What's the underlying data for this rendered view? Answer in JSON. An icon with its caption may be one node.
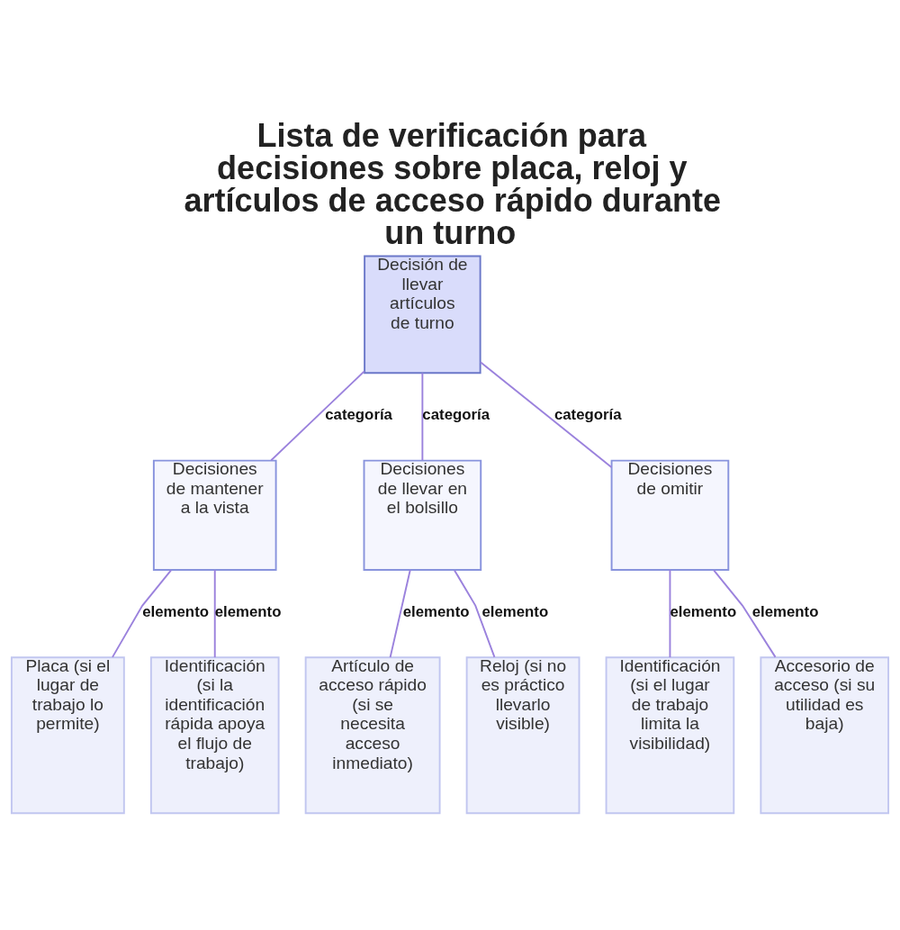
{
  "diagram": {
    "title": "Lista de verificación para decisiones sobre placa, reloj y artículos de acceso rápido durante un turno",
    "nodes": [
      {
        "text": [
          "Decisión de llevar artículos de turno"
        ]
      },
      {
        "text": [
          "Decisiones de mantener a la vista"
        ]
      },
      {
        "text": [
          "Decisiones de llevar en el bolsillo"
        ]
      },
      {
        "text": [
          "Decisiones de omitir"
        ]
      },
      {
        "text": [
          "Placa (si el lugar de trabajo lo permite)"
        ]
      },
      {
        "text": [
          "Identificación (si la identificación rápida apoya el flujo de trabajo)"
        ]
      },
      {
        "text": [
          "Artículo de acceso rápido (si se necesita acceso inmediato)"
        ]
      },
      {
        "text": [
          "Reloj (si no es práctico llevarlo visible)"
        ]
      },
      {
        "text": [
          "Identificación (si el lugar de trabajo limita la visibilidad)"
        ]
      },
      {
        "text": [
          "Accesorio de acceso (si su utilidad es baja)"
        ]
      }
    ],
    "edges": [
      {
        "from": 0,
        "to": 1,
        "arrow": "none",
        "label": "categoría"
      },
      {
        "from": 0,
        "to": 2,
        "arrow": "none",
        "label": "categoría"
      },
      {
        "from": 0,
        "to": 3,
        "arrow": "none",
        "label": "categoría"
      },
      {
        "from": 1,
        "to": 4,
        "arrow": "none",
        "label": "elemento"
      },
      {
        "from": 1,
        "to": 5,
        "arrow": "none",
        "label": "elemento"
      },
      {
        "from": 2,
        "to": 6,
        "arrow": "none",
        "label": "elemento"
      },
      {
        "from": 2,
        "to": 7,
        "arrow": "none",
        "label": "elemento"
      },
      {
        "from": 3,
        "to": 8,
        "arrow": "none",
        "label": "elemento"
      },
      {
        "from": 3,
        "to": 9,
        "arrow": "none",
        "label": "elemento"
      }
    ]
  }
}
